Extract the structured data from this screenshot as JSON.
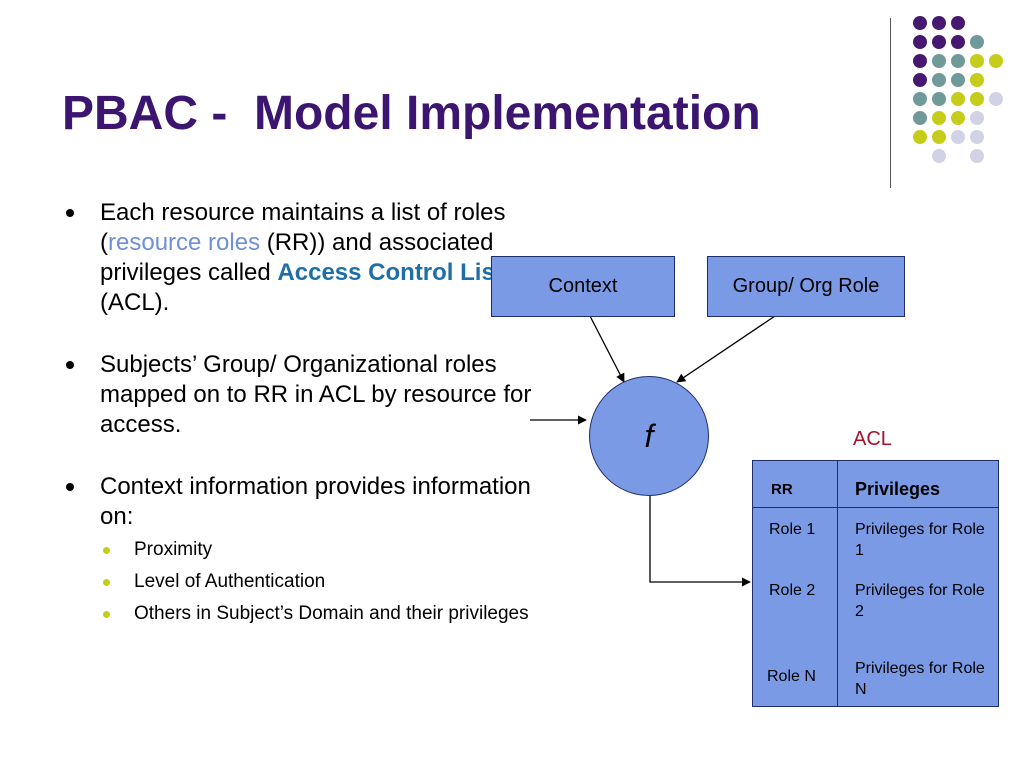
{
  "slide": {
    "title": "PBAC -  Model Implementation"
  },
  "bullets": {
    "b1": {
      "part1": "Each resource maintains a list of roles (",
      "rr_term": "resource roles",
      "part2": " (RR)) and associated privileges called ",
      "acl_term": "Access Control List",
      "part3": " (ACL)."
    },
    "b2": {
      "text": "Subjects’ Group/ Organizational roles mapped on to RR in ACL by resource for access."
    },
    "b3": {
      "text": "Context information provides information on:",
      "sub": [
        "Proximity",
        "Level of Authentication",
        "Others in Subject’s Domain and their privileges"
      ]
    }
  },
  "diagram": {
    "context_label": "Context",
    "group_role_label": "Group/ Org Role",
    "function_label": "f",
    "acl_label": "ACL",
    "table": {
      "headers": [
        "RR",
        "Privileges"
      ],
      "rows": [
        [
          "Role 1",
          "Privileges for Role 1"
        ],
        [
          "Role 2",
          "Privileges for Role 2"
        ],
        [
          "Role N",
          "Privileges for Role N"
        ]
      ]
    }
  },
  "colors": {
    "title": "#3b1570",
    "box_fill": "#7b9ae6",
    "acl_label": "#a3132a",
    "resource_roles_text": "#6f8fd8",
    "acl_term_text": "#1e6fa8",
    "dot_purple": "#47186f",
    "dot_teal": "#6f9a99",
    "dot_yellow": "#c6cc1a",
    "dot_lavender": "#d2d2e6"
  }
}
